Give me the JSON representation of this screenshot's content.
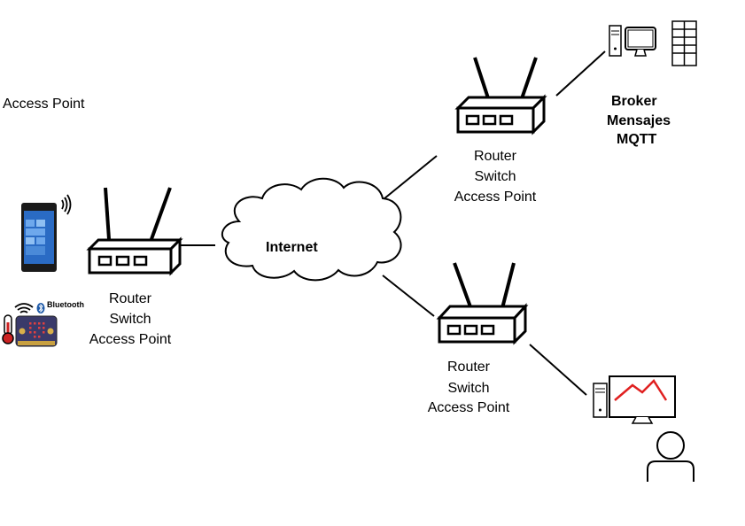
{
  "top_left_label": "Access Point",
  "internet_label": "Internet",
  "broker_label": {
    "line1": "Broker",
    "line2": "Mensajes",
    "line3": "MQTT"
  },
  "router_left": {
    "line1": "Router",
    "line2": "Switch",
    "line3": "Access Point"
  },
  "router_top": {
    "line1": "Router",
    "line2": "Switch",
    "line3": "Access Point"
  },
  "router_bottom": {
    "line1": "Router",
    "line2": "Switch",
    "line3": "Access Point"
  },
  "bluetooth_label": "Bluetooth",
  "colors": {
    "line": "#000000",
    "chart_line": "#e02020",
    "thermometer": "#cc2222",
    "bluetooth": "#1e5aa8",
    "microbit": "#3a3a6a",
    "phone_screen": "#2a6bc4"
  },
  "icons": [
    "phone-icon",
    "sound-waves-icon",
    "wifi-icon",
    "bluetooth-icon",
    "thermometer-icon",
    "microbit-icon",
    "router-icon",
    "cloud-icon",
    "server-tower-icon",
    "monitor-icon",
    "server-rack-icon",
    "user-icon"
  ]
}
